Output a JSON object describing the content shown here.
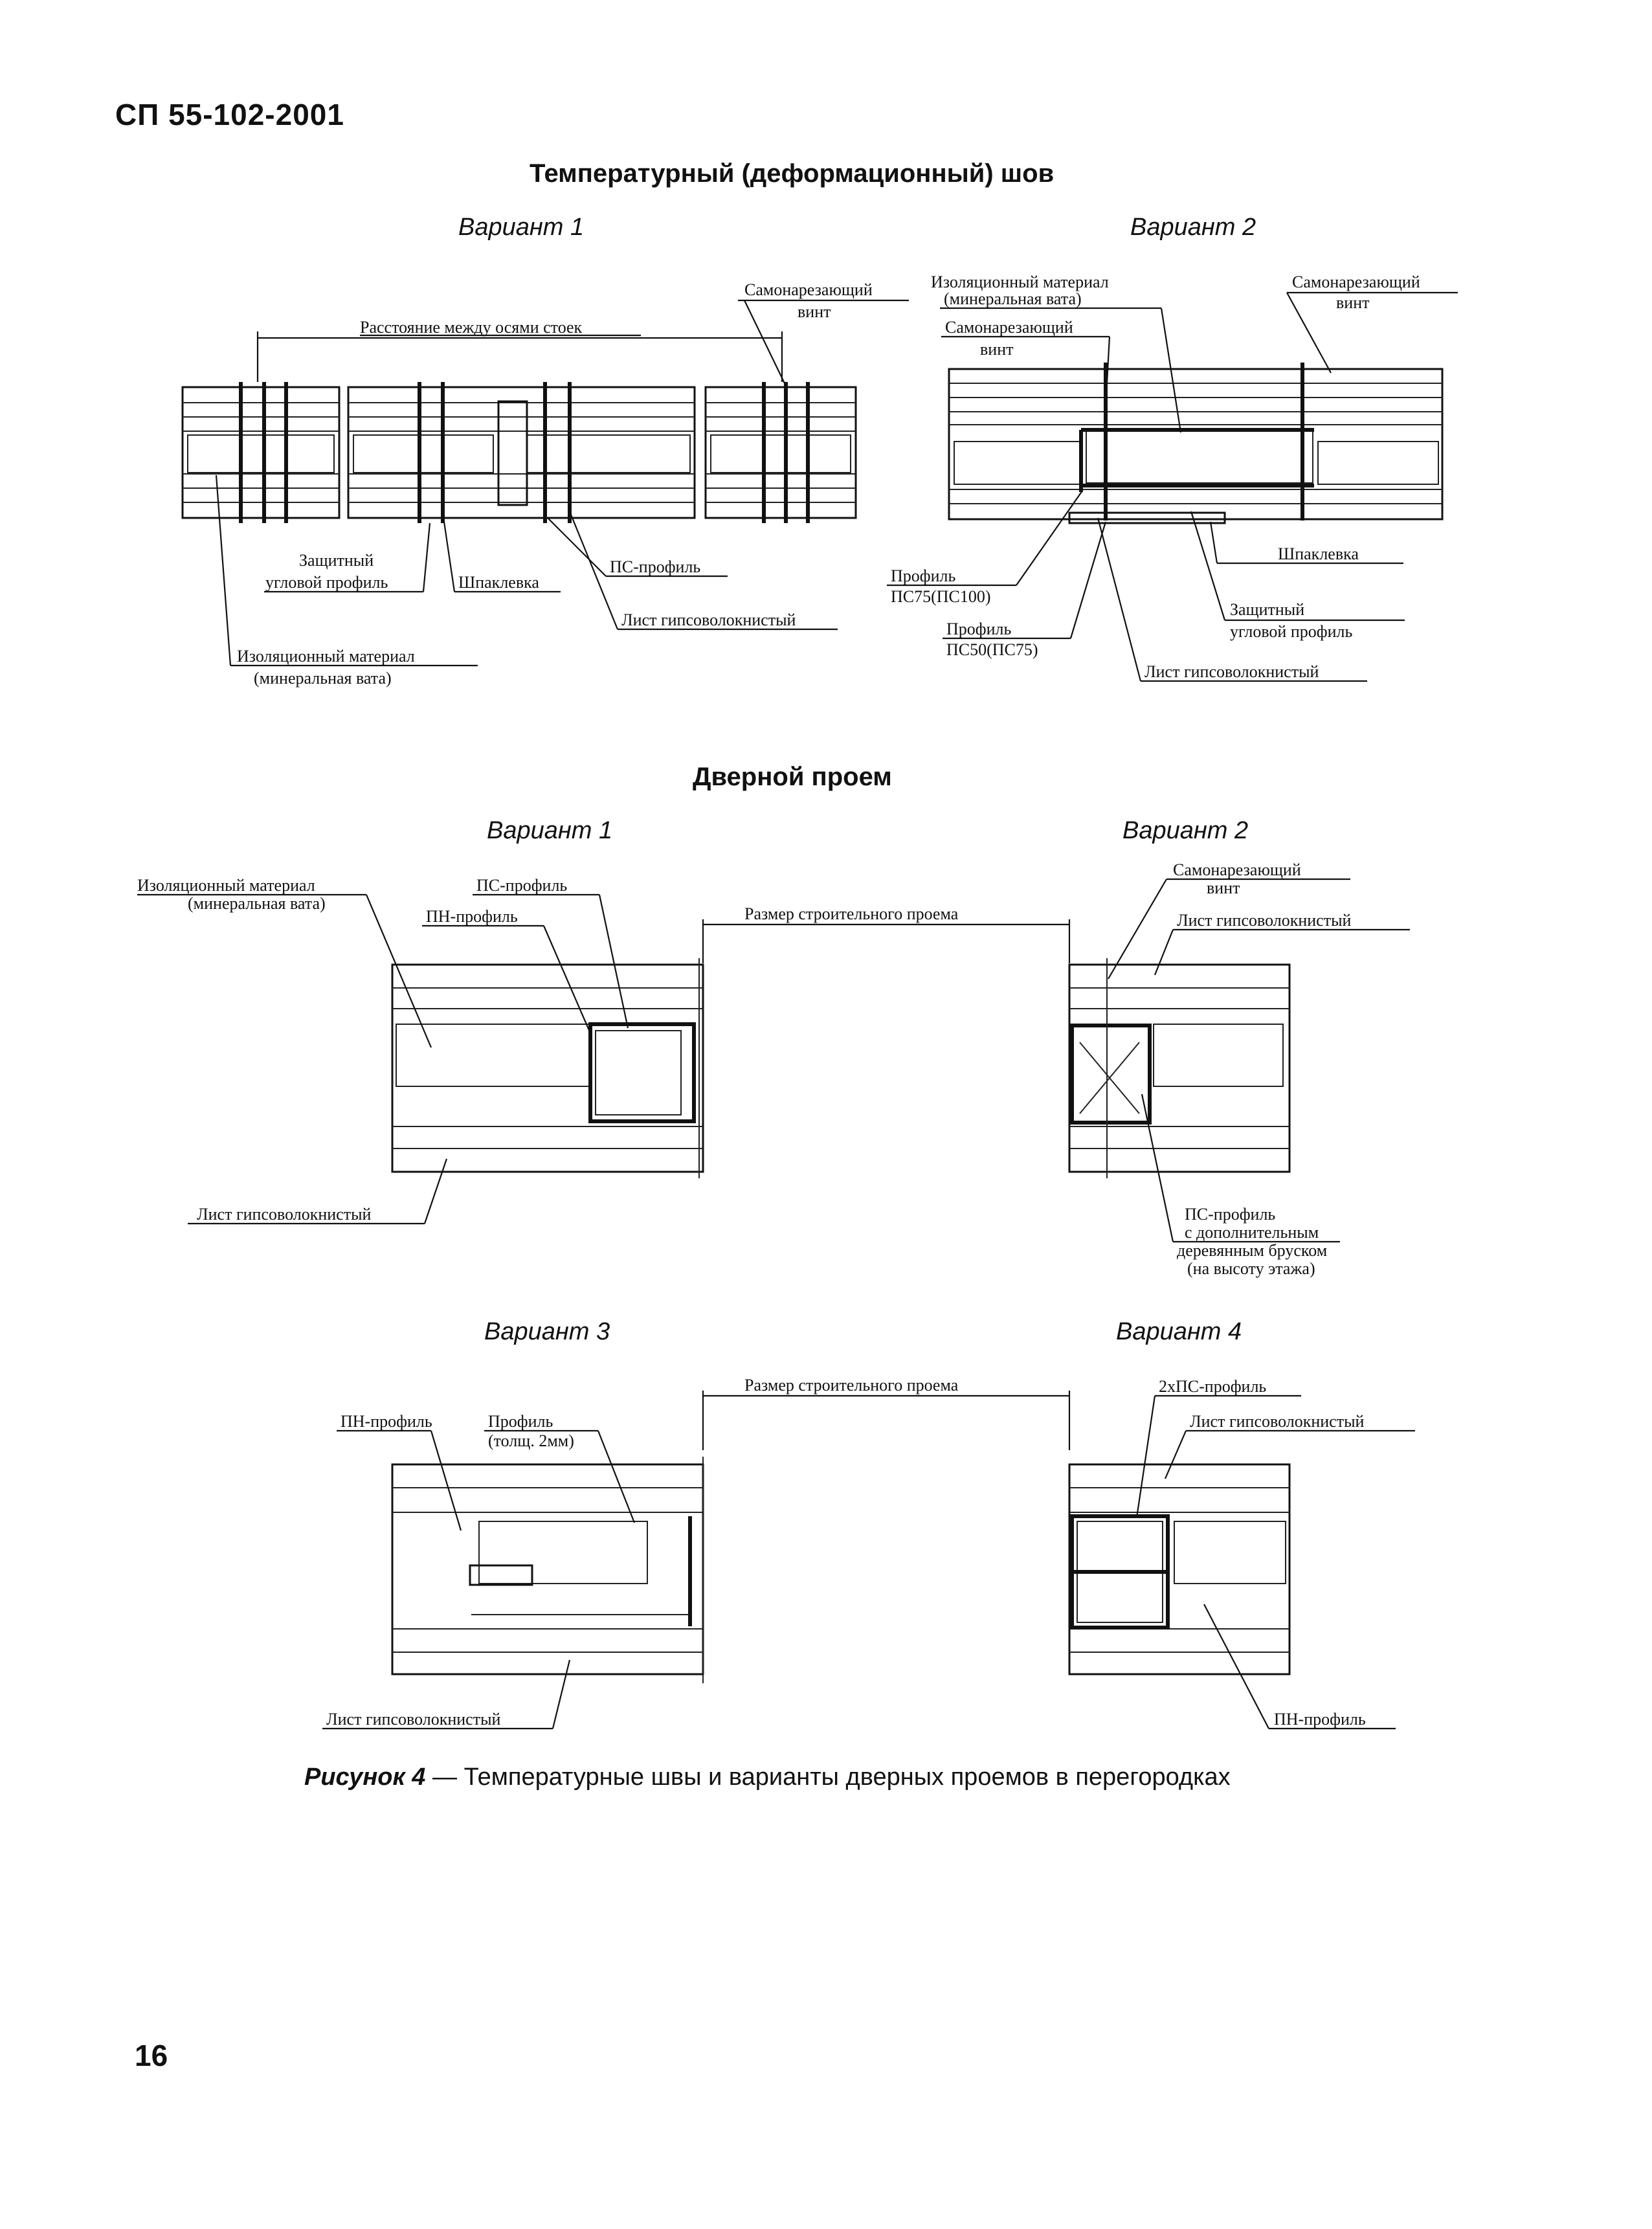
{
  "header": {
    "doc_code": "СП 55-102-2001",
    "page_number": "16"
  },
  "sections": {
    "joint_title": "Температурный (деформационный) шов",
    "door_title": "Дверной проем"
  },
  "joint": {
    "v1": {
      "title": "Вариант 1",
      "dim_label": "Расстояние между осями стоек",
      "screw_l1": "Самонарезающий",
      "screw_l2": "винт",
      "corner_l1": "Защитный",
      "corner_l2": "угловой профиль",
      "putty": "Шпаклевка",
      "ps_profile": "ПС-профиль",
      "gvl": "Лист гипсоволокнистый",
      "insul_l1": "Изоляционный материал",
      "insul_l2": "(минеральная вата)"
    },
    "v2": {
      "title": "Вариант 2",
      "insul_l1": "Изоляционный материал",
      "insul_l2": "(минеральная вата)",
      "screw_a_l1": "Самонарезающий",
      "screw_a_l2": "винт",
      "screw_b_l1": "Самонарезающий",
      "screw_b_l2": "винт",
      "putty": "Шпаклевка",
      "prof1_l1": "Профиль",
      "prof1_l2": "ПС75(ПС100)",
      "prof2_l1": "Профиль",
      "prof2_l2": "ПС50(ПС75)",
      "corner_l1": "Защитный",
      "corner_l2": "угловой профиль",
      "gvl": "Лист гипсоволокнистый"
    }
  },
  "door": {
    "v1": {
      "title": "Вариант 1",
      "insul_l1": "Изоляционный материал",
      "insul_l2": "(минеральная вата)",
      "ps_profile": "ПС-профиль",
      "pn_profile": "ПН-профиль",
      "dim_label": "Размер строительного проема",
      "gvl": "Лист гипсоволокнистый"
    },
    "v2": {
      "title": "Вариант 2",
      "screw_l1": "Самонарезающий",
      "screw_l2": "винт",
      "gvl": "Лист гипсоволокнистый",
      "ps_l1": "ПС-профиль",
      "ps_l2": "с дополнительным",
      "ps_l3": "деревянным бруском",
      "ps_l4": "(на высоту этажа)"
    },
    "v3": {
      "title": "Вариант 3",
      "pn_profile": "ПН-профиль",
      "prof_l1": "Профиль",
      "prof_l2": "(толщ. 2мм)",
      "dim_label": "Размер строительного проема",
      "gvl": "Лист гипсоволокнистый"
    },
    "v4": {
      "title": "Вариант 4",
      "double_ps": "2хПС-профиль",
      "gvl": "Лист гипсоволокнистый",
      "pn_profile": "ПН-профиль"
    }
  },
  "caption": {
    "label": "Рисунок 4",
    "text": " — Температурные швы и варианты дверных проемов в перегородках"
  }
}
